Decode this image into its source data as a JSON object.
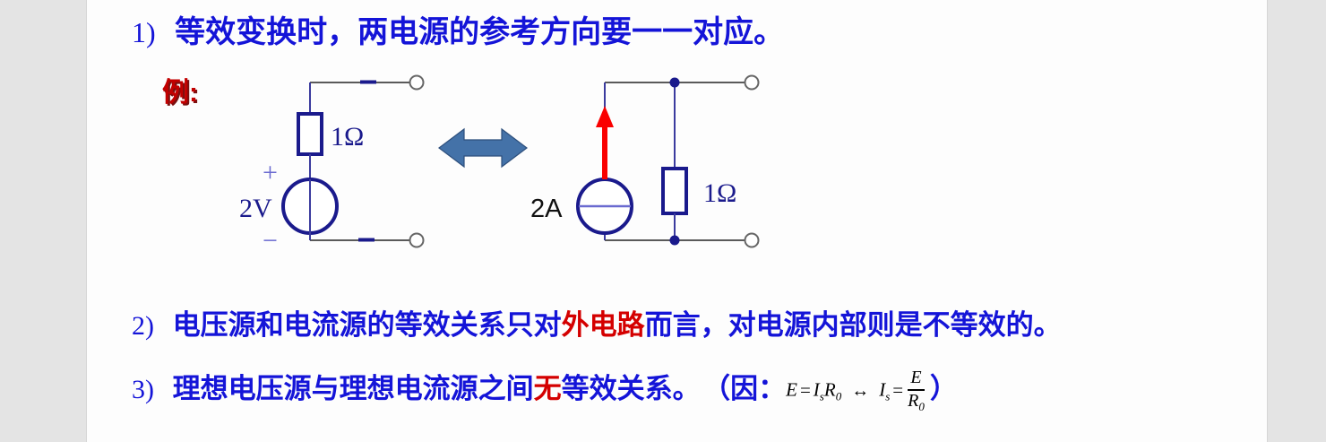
{
  "slide": {
    "background_color": "#ffffff",
    "gutter_color": "#e4e4e4",
    "text_color": "#1414d8",
    "highlight_color": "#d40000",
    "circuit_color": "#1a1a8c",
    "wire_color": "#5a5a5a",
    "arrow_color": "#4472a8",
    "current_arrow_color": "#fa0000"
  },
  "bullets": {
    "item1": {
      "number": "1)",
      "text": "等效变换时，两电源的参考方向要一一对应。"
    },
    "item2": {
      "number": "2)",
      "text_before": "电压源和电流源的等效关系只对",
      "highlight": "外电路",
      "text_after": "而言，对电源内部则是不等效的。"
    },
    "item3": {
      "number": "3)",
      "text_before": "理想电压源与理想电流源之间",
      "highlight": "无",
      "text_after": "等效关系。",
      "paren_open": "（因：",
      "paren_close": "）"
    }
  },
  "formula": {
    "lhs_var": "E",
    "equals": "=",
    "lhs_current": "I",
    "lhs_current_sub": "s",
    "lhs_res": "R",
    "lhs_res_sub": "0",
    "biarrow": "↔",
    "rhs_current": "I",
    "rhs_current_sub": "s",
    "rhs_equals": "=",
    "frac_num": "E",
    "frac_den": "R",
    "frac_den_sub": "0",
    "plain_text": "E = IₛR₀ ↔ Iₛ = E/R₀"
  },
  "example": {
    "label": "例:"
  },
  "circuit": {
    "left": {
      "caption": "voltage source with series resistor",
      "source_label": "2V",
      "source_type": "voltage-source",
      "resistor_label": "1Ω",
      "polarity_plus": "+",
      "polarity_minus": "−",
      "terminal_count": 2
    },
    "equivalence_arrow": {
      "symbol": "↔",
      "direction": "bidirectional"
    },
    "right": {
      "caption": "current source with parallel resistor",
      "source_label": "2A",
      "source_type": "current-source",
      "resistor_label": "1Ω",
      "current_direction": "up",
      "terminal_count": 2
    }
  }
}
